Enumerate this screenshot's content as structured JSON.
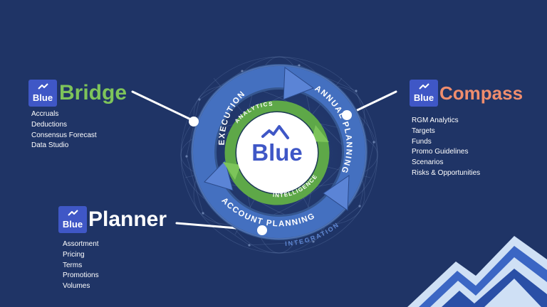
{
  "brand": "Blue",
  "colors": {
    "background": "#1f3466",
    "ring_blue": "#3d64b8",
    "ring_green": "#5ea848",
    "logo_blue": "#3f57c6",
    "bridge": "#7ec45a",
    "compass": "#f08d6d",
    "planner": "#ffffff"
  },
  "cycle": {
    "center": "Blue",
    "outer": [
      "EXECUTION",
      "ANNUAL PLANNING",
      "ACCOUNT PLANNING"
    ],
    "inner": [
      "ANALYTICS",
      "INTELLIGENCE"
    ],
    "outside": "INTEGRATION"
  },
  "products": [
    {
      "id": "bridge",
      "logo_text": "Blue",
      "name": "Bridge",
      "features": [
        "Accruals",
        "Deductions",
        "Consensus Forecast",
        "Data Studio"
      ]
    },
    {
      "id": "compass",
      "logo_text": "Blue",
      "name": "Compass",
      "features": [
        "RGM Analytics",
        "Targets",
        "Funds",
        "Promo Guidelines",
        "Scenarios",
        "Risks & Opportunities"
      ]
    },
    {
      "id": "planner",
      "logo_text": "Blue",
      "name": "Planner",
      "features": [
        "Assortment",
        "Pricing",
        "Terms",
        "Promotions",
        "Volumes"
      ]
    }
  ]
}
